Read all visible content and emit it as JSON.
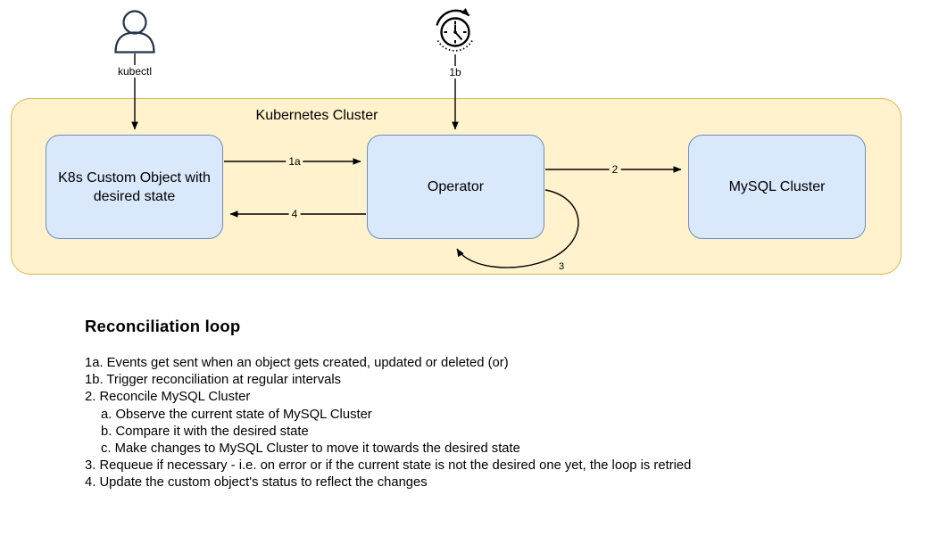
{
  "diagram": {
    "cluster_label": "Kubernetes Cluster",
    "kubectl_actor": {
      "label": "kubectl",
      "icon": "person-icon"
    },
    "timer_actor": {
      "label": "1b",
      "icon": "recurring-clock-icon"
    },
    "nodes": {
      "custom_object": {
        "label": "K8s Custom Object with desired state"
      },
      "operator": {
        "label": "Operator"
      },
      "mysql": {
        "label": "MySQL Cluster"
      }
    },
    "edges": {
      "events": {
        "label": "1a"
      },
      "reconcile": {
        "label": "2"
      },
      "requeue": {
        "label": "3"
      },
      "update_status": {
        "label": "4"
      }
    },
    "colors": {
      "cluster_fill": "#fff2cc",
      "cluster_stroke": "#d6b656",
      "node_fill": "#dae8fc",
      "node_stroke": "#6c8ebf",
      "line": "#000000"
    }
  },
  "notes": {
    "heading": "Reconciliation loop",
    "items": [
      {
        "text": "1a. Events get sent when an object gets created, updated or deleted (or)",
        "indent": false
      },
      {
        "text": "1b. Trigger reconciliation at regular intervals",
        "indent": false
      },
      {
        "text": "2. Reconcile MySQL Cluster",
        "indent": false
      },
      {
        "text": "a. Observe the current state of MySQL Cluster",
        "indent": true
      },
      {
        "text": "b. Compare it with the desired state",
        "indent": true
      },
      {
        "text": "c. Make changes to MySQL Cluster to move it towards the desired state",
        "indent": true
      },
      {
        "text": "3. Requeue if necessary - i.e. on error or if the current state is not the desired one yet, the loop is retried",
        "indent": false
      },
      {
        "text": "4. Update the custom object's status to reflect the changes",
        "indent": false
      }
    ]
  }
}
